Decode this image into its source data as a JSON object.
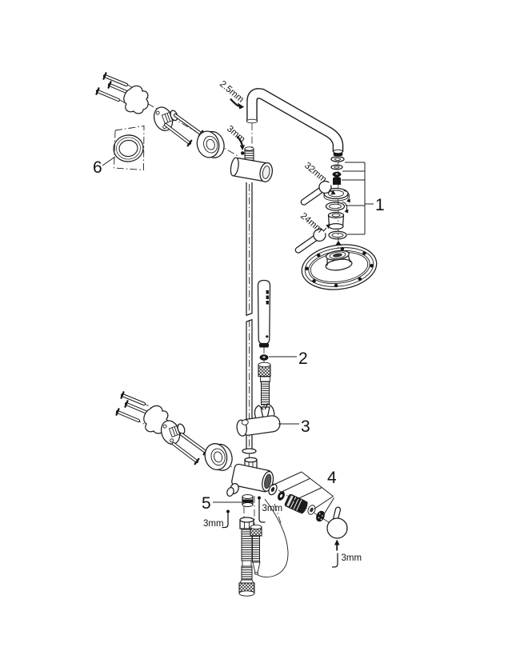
{
  "diagram": {
    "background": "#ffffff",
    "line_color": "#1c1c1c",
    "callouts": {
      "c1": "1",
      "c2": "2",
      "c3": "3",
      "c4": "4",
      "c5": "5",
      "c6": "6"
    },
    "tool_labels": {
      "shower_arm_hex": "2.5mm",
      "arm_connector_hex": "3mm",
      "arm_nut_wrench": "32mm",
      "arm_cone_wrench": "24mm",
      "outlet_hex": "3mm",
      "body_hex": "3mm",
      "knob_hex": "3mm"
    }
  }
}
